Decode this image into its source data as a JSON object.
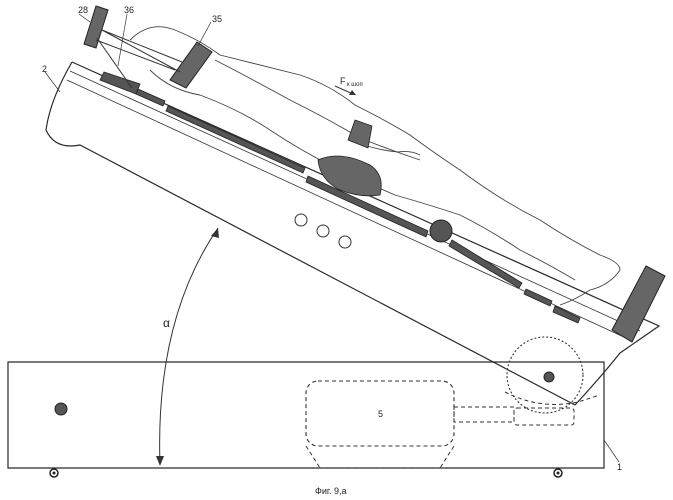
{
  "figure": {
    "caption": "Фиг. 9,а",
    "labels": {
      "l28": "28",
      "l36": "36",
      "l35": "35",
      "l2": "2",
      "l1": "1",
      "l5": "5",
      "alpha": "α",
      "force": "F",
      "force_sub": "к шоп"
    }
  }
}
